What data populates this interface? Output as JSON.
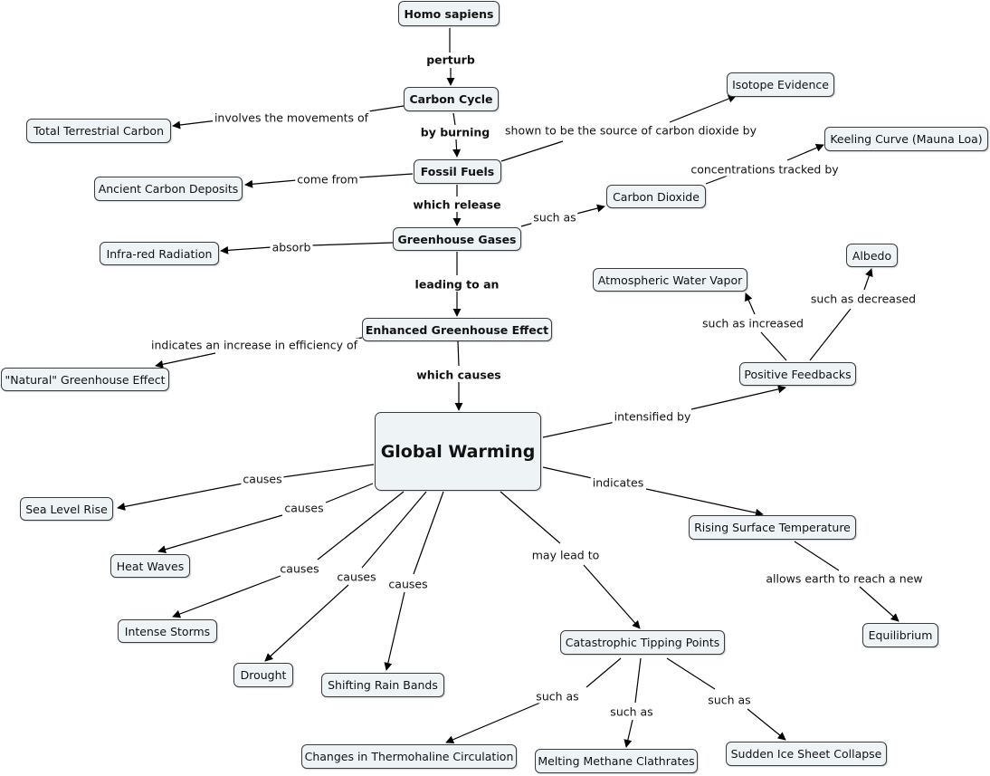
{
  "nodes": {
    "homo_sapiens": "Homo sapiens",
    "carbon_cycle": "Carbon Cycle",
    "total_terrestrial_carbon": "Total Terrestrial Carbon",
    "isotope_evidence": "Isotope Evidence",
    "fossil_fuels": "Fossil Fuels",
    "keeling_curve": "Keeling Curve (Mauna Loa)",
    "ancient_carbon_deposits": "Ancient Carbon Deposits",
    "carbon_dioxide": "Carbon Dioxide",
    "greenhouse_gases": "Greenhouse Gases",
    "infrared_radiation": "Infra-red Radiation",
    "albedo": "Albedo",
    "atmospheric_water_vapor": "Atmospheric Water Vapor",
    "enhanced_greenhouse_effect": "Enhanced Greenhouse Effect",
    "natural_greenhouse_effect": "\"Natural\" Greenhouse Effect",
    "positive_feedbacks": "Positive Feedbacks",
    "global_warming": "Global Warming",
    "sea_level_rise": "Sea Level Rise",
    "rising_surface_temperature": "Rising Surface Temperature",
    "heat_waves": "Heat Waves",
    "intense_storms": "Intense Storms",
    "equilibrium": "Equilibrium",
    "catastrophic_tipping_points": "Catastrophic Tipping Points",
    "drought": "Drought",
    "shifting_rain_bands": "Shifting Rain Bands",
    "thermohaline": "Changes in Thermohaline Circulation",
    "methane_clathrates": "Melting Methane Clathrates",
    "ice_sheet_collapse": "Sudden Ice Sheet Collapse"
  },
  "links": {
    "perturb": "perturb",
    "involves_movements": "involves the movements of",
    "by_burning": "by burning",
    "shown_source": "shown to be the source of carbon dioxide by",
    "concentrations_tracked": "concentrations tracked by",
    "come_from": "come from",
    "which_release": "which release",
    "such_as_co2": "such as",
    "absorb": "absorb",
    "leading_to_an": "leading to an",
    "indicates_increase": "indicates an increase in efficiency of",
    "which_causes": "which causes",
    "such_as_increased": "such as increased",
    "such_as_decreased": "such as decreased",
    "intensified_by": "intensified by",
    "causes_sea": "causes",
    "causes_heat": "causes",
    "causes_storms": "causes",
    "causes_drought": "causes",
    "causes_rain": "causes",
    "indicates": "indicates",
    "may_lead_to": "may lead to",
    "allows_earth": "allows earth to reach a new",
    "such_as_thermo": "such as",
    "such_as_methane": "such as",
    "such_as_ice": "such as"
  }
}
